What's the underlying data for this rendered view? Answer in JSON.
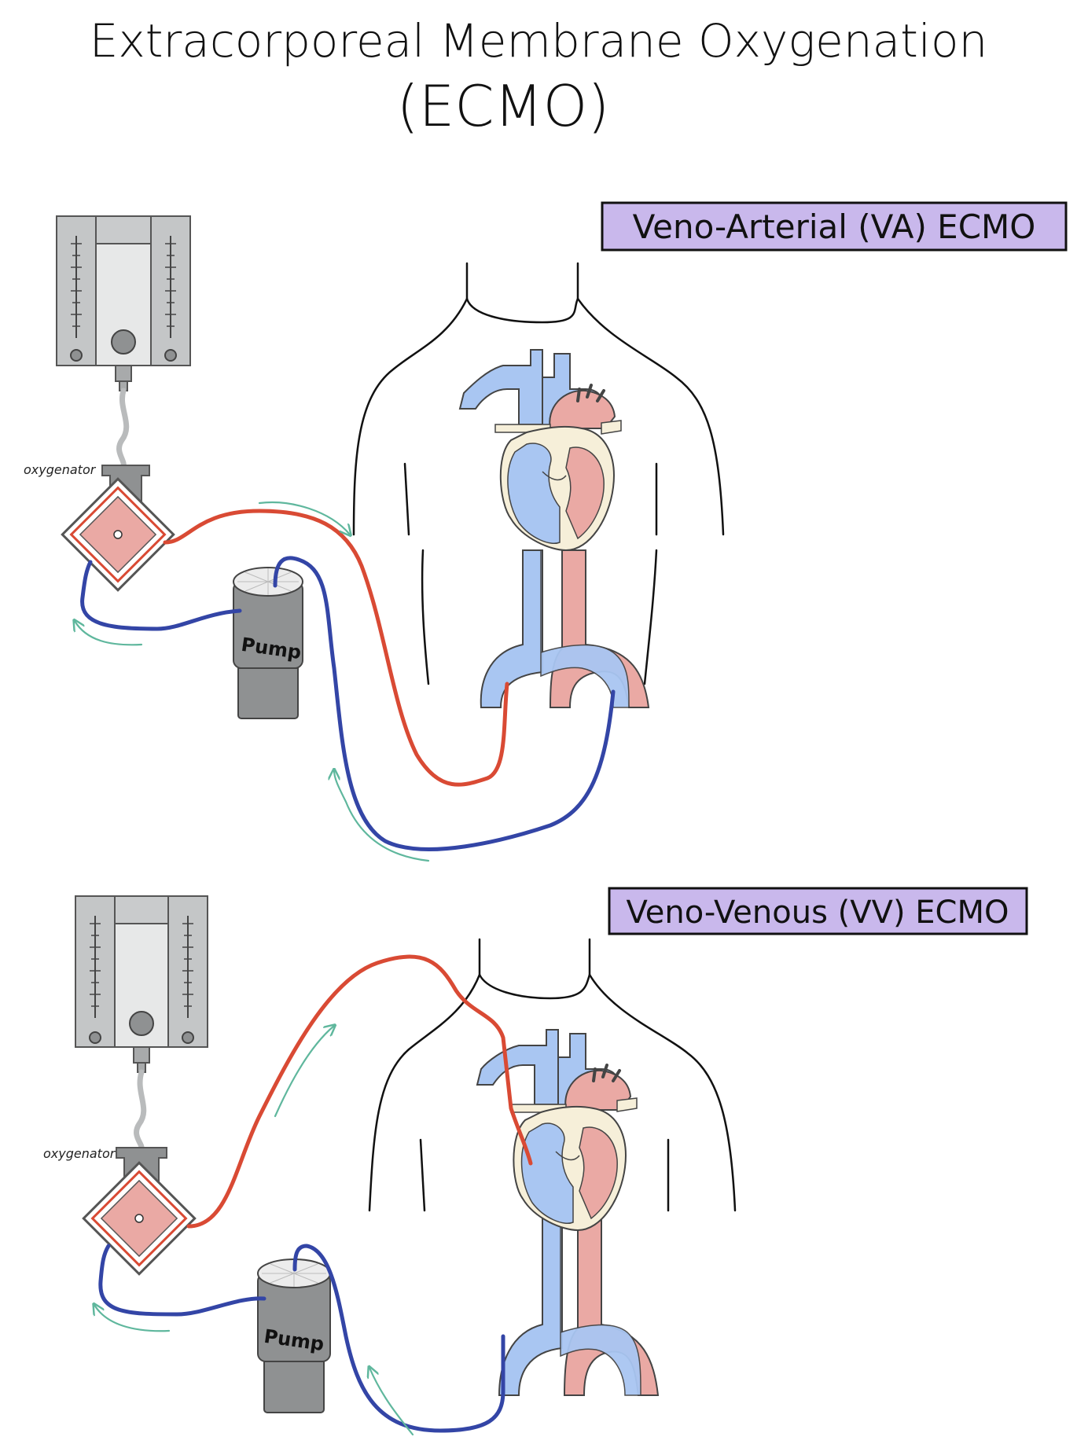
{
  "title": {
    "line1": "Extracorporeal Membrane Oxygenation",
    "line2": "(ECMO)"
  },
  "panels": [
    {
      "label": "Veno-Arterial (VA) ECMO",
      "oxygenator_label": "oxygenator",
      "pump_label": "Pump"
    },
    {
      "label": "Veno-Venous (VV) ECMO",
      "oxygenator_label": "oxygenator",
      "pump_label": "Pump"
    }
  ],
  "colors": {
    "label_box": "#c9b8ec",
    "oxygenated_line": "#d94a34",
    "deoxygenated_line": "#3345a6",
    "flow_arrow": "#5fb79d",
    "vein": "#a9c6f2",
    "artery": "#eaa9a4",
    "heart_outer": "#f6efd9",
    "device_gray": "#a8aaab"
  }
}
